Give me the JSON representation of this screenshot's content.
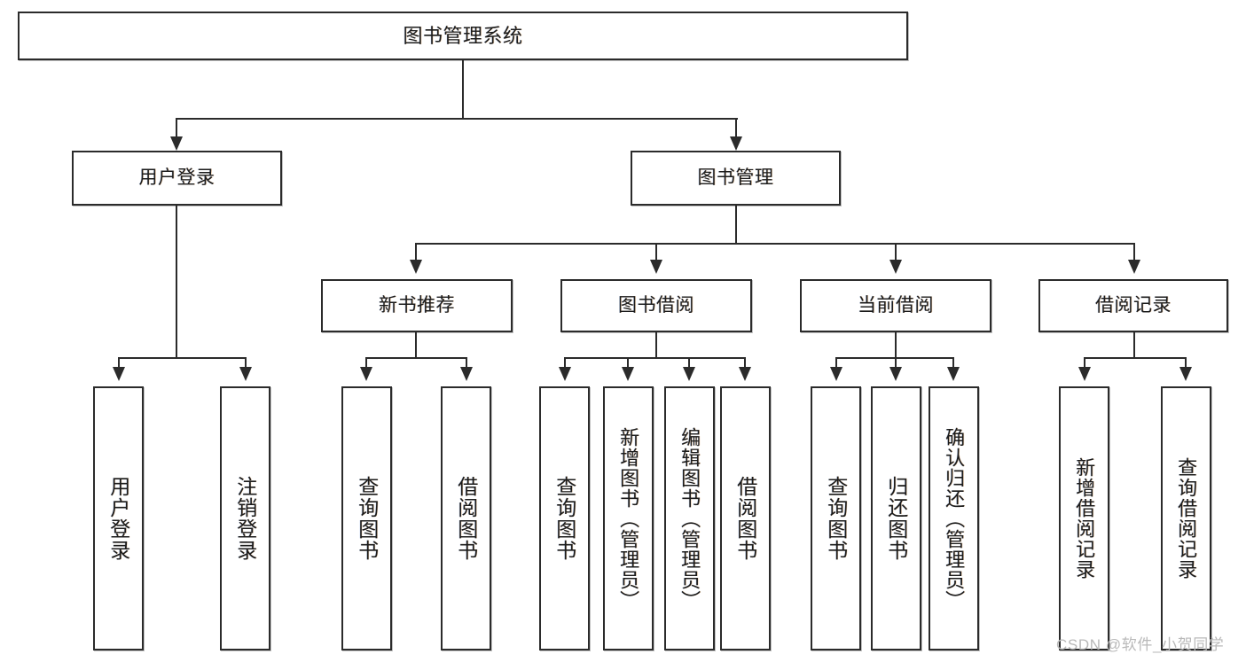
{
  "diagram": {
    "title": "图书管理系统",
    "type": "hierarchy-tree",
    "root": {
      "label": "图书管理系统"
    },
    "level2": [
      {
        "label": "用户登录"
      },
      {
        "label": "图书管理"
      }
    ],
    "level3": [
      {
        "label": "新书推荐"
      },
      {
        "label": "图书借阅"
      },
      {
        "label": "当前借阅"
      },
      {
        "label": "借阅记录"
      }
    ],
    "leaves": {
      "user_login": [
        {
          "label": "用户登录"
        },
        {
          "label": "注销登录"
        }
      ],
      "new_book_recommend": [
        {
          "label": "查询图书"
        },
        {
          "label": "借阅图书"
        }
      ],
      "book_borrow": [
        {
          "label": "查询图书"
        },
        {
          "label": "新增图书（管理员）"
        },
        {
          "label": "编辑图书（管理员）"
        },
        {
          "label": "借阅图书"
        }
      ],
      "current_borrow": [
        {
          "label": "查询图书"
        },
        {
          "label": "归还图书"
        },
        {
          "label": "确认归还（管理员）"
        }
      ],
      "borrow_records": [
        {
          "label": "新增借阅记录"
        },
        {
          "label": "查询借阅记录"
        }
      ]
    }
  },
  "watermark": {
    "text": "CSDN @软件_小贺同学"
  },
  "colors": {
    "line": "#2b2b2b",
    "box_fill": "#ffffff",
    "text": "#1c1c1c",
    "watermark": "#b9b9b9",
    "background": "#ffffff"
  }
}
